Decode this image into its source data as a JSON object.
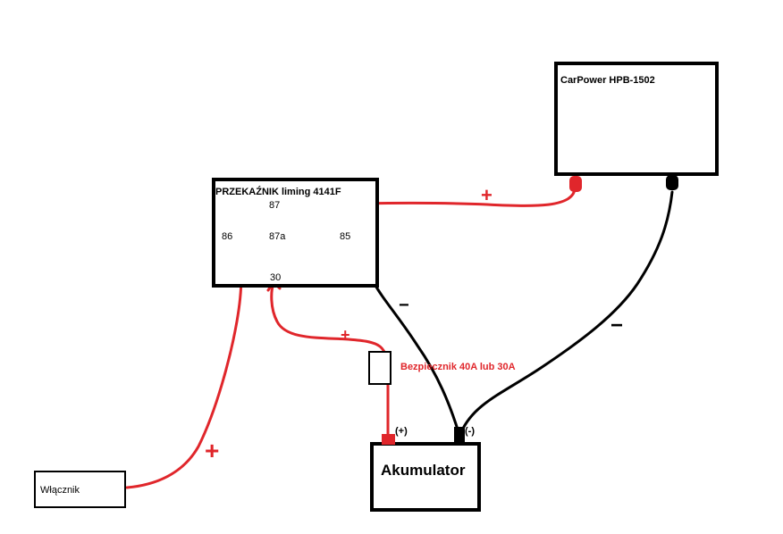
{
  "colors": {
    "positive": "#e0262b",
    "negative": "#000000"
  },
  "relay": {
    "title": "PRZEKAŹNIK liming 4141F",
    "pins": {
      "p87": "87",
      "p86": "86",
      "p87a": "87a",
      "p85": "85",
      "p30": "30"
    }
  },
  "device": {
    "title": "CarPower HPB-1502"
  },
  "battery": {
    "title": "Akumulator",
    "plus": "(+)",
    "minus": "(-)"
  },
  "switch": {
    "title": "Włącznik"
  },
  "fuse": {
    "label": "Bezpiecznik 40A lub 30A"
  },
  "marks": {
    "plus": "+",
    "minus": "−"
  }
}
